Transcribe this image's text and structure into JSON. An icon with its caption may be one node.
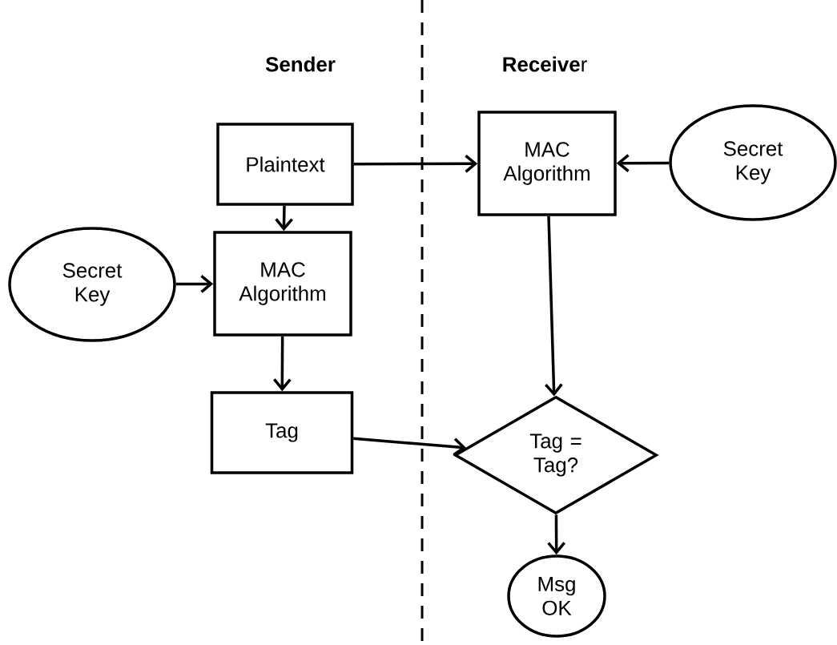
{
  "diagram": {
    "nodes": [
      {
        "text": [
          "Plaintext"
        ]
      },
      {
        "text": [
          "MAC Algorithm"
        ]
      },
      {
        "text": [
          "Secret Key"
        ]
      },
      {
        "text": [
          "Secret Key"
        ]
      },
      {
        "text": [
          "MAC Algorithm"
        ]
      },
      {
        "text": [
          "Tag"
        ]
      },
      {
        "text": [
          "Tag = Tag?"
        ]
      },
      {
        "text": [
          "Msg OK"
        ]
      }
    ],
    "edges": [
      {
        "from": 0,
        "to": 1,
        "arrow": "to"
      },
      {
        "from": 2,
        "to": 1,
        "arrow": "to"
      },
      {
        "from": 0,
        "to": 4,
        "arrow": "to"
      },
      {
        "from": 3,
        "to": 4,
        "arrow": "to"
      },
      {
        "from": 4,
        "to": 5,
        "arrow": "to"
      },
      {
        "from": 1,
        "to": 6,
        "arrow": "to"
      },
      {
        "from": 5,
        "to": 6,
        "arrow": "to"
      },
      {
        "from": 6,
        "to": 7,
        "arrow": "to"
      }
    ],
    "labels": [
      "**Sender**",
      "**Receive**r"
    ]
  }
}
